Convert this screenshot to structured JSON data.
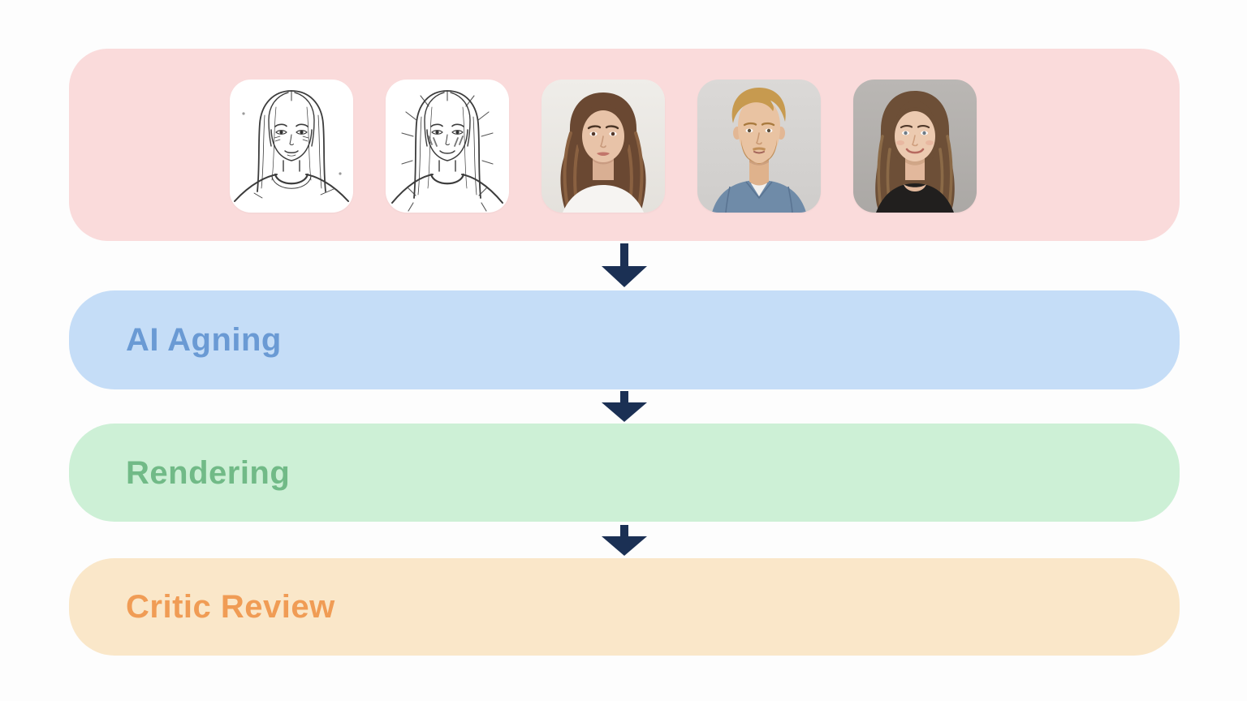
{
  "page": {
    "background": "#fdfdfd"
  },
  "diagram": {
    "arrow_color": "#1b3054",
    "stages": {
      "input": {
        "name": "input-portraits",
        "bg": "#fadbdb",
        "thumbnails": [
          {
            "name": "sketch-portrait-1",
            "description": "Line sketch of a young woman with long straight hair"
          },
          {
            "name": "sketch-portrait-2",
            "description": "Line sketch of a young woman with radiating emphasis lines"
          },
          {
            "name": "photo-woman-curly",
            "description": "Photo of a woman with long curly brown hair in a white tee"
          },
          {
            "name": "photo-man-blond",
            "description": "Photo of a blond bearded man in a denim shirt"
          },
          {
            "name": "photo-woman-smiling",
            "description": "Photo of a smiling woman with long wavy brown hair in a black top"
          }
        ]
      },
      "ai_aging": {
        "label": "AI Agning",
        "bg": "#c5ddf7",
        "text_color": "#6a9ad4"
      },
      "rendering": {
        "label": "Rendering",
        "bg": "#cdf0d6",
        "text_color": "#71ba87"
      },
      "critic_review": {
        "label": "Critic Review",
        "bg": "#fae7c9",
        "text_color": "#f09c55"
      }
    }
  }
}
